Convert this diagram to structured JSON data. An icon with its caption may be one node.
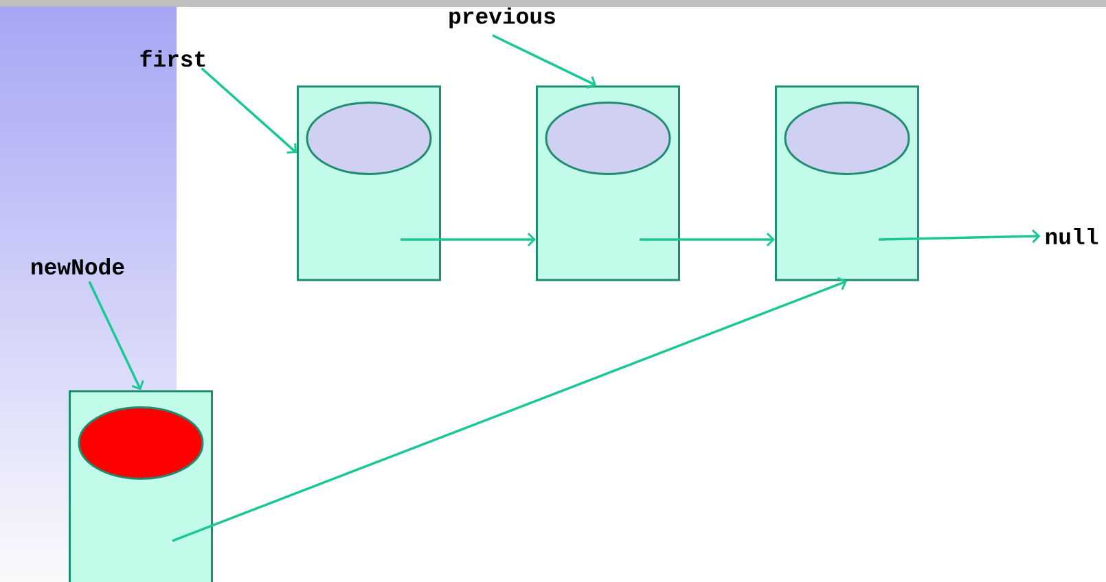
{
  "diagram": {
    "nodes": [
      {
        "text": [
          "first"
        ]
      },
      {
        "text": [
          "previous"
        ]
      },
      {
        "text": [],
        "shape": "box"
      },
      {
        "text": [],
        "shape": "ellipse",
        "in": 2
      },
      {
        "text": [],
        "shape": "box"
      },
      {
        "text": [],
        "shape": "ellipse",
        "in": 4
      },
      {
        "text": [],
        "shape": "box"
      },
      {
        "text": [],
        "shape": "ellipse",
        "in": 6
      },
      {
        "text": [
          "null"
        ]
      },
      {
        "text": [
          "newNode"
        ]
      },
      {
        "text": [],
        "shape": "box"
      },
      {
        "text": [],
        "shape": "ellipse",
        "in": 10
      }
    ],
    "edges": [
      {
        "from": 0,
        "to": 2,
        "arrow": "to"
      },
      {
        "from": 1,
        "to": 4,
        "arrow": "to"
      },
      {
        "from": 2,
        "to": 4,
        "arrow": "to"
      },
      {
        "from": 4,
        "to": 6,
        "arrow": "to"
      },
      {
        "from": 6,
        "to": 8,
        "arrow": "to"
      },
      {
        "from": 9,
        "to": 10,
        "arrow": "to"
      },
      {
        "from": 10,
        "to": 6,
        "arrow": "to"
      }
    ]
  }
}
